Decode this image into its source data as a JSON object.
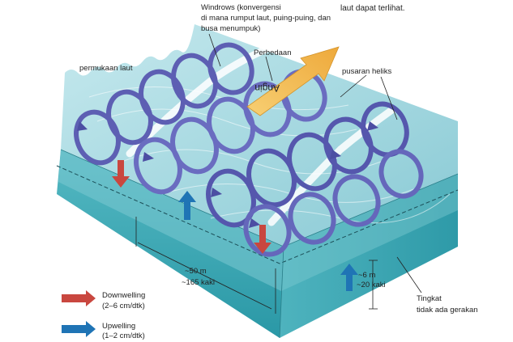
{
  "labels": {
    "windrows_line1": "Windrows (konvergensi",
    "windrows_line2": "di mana rumput laut, puing-puing, dan",
    "windrows_line3": "busa menumpuk)",
    "top_right": "laut dapat terlihat.",
    "sea_surface": "permukaan laut",
    "difference": "Perbedaan",
    "wind": "Angin",
    "helix": "pusaran heliks",
    "spacing_m": "~50 m",
    "spacing_ft": "~165 kaki",
    "depth_m": "~6 m",
    "depth_ft": "~20 kaki",
    "level_line1": "Tingkat",
    "level_line2": "tidak ada gerakan"
  },
  "legend": {
    "downwelling_label": "Downwelling",
    "downwelling_speed": "(2–6 cm/dtk)",
    "upwelling_label": "Upwelling",
    "upwelling_speed": "(1–2 cm/dtk)"
  },
  "colors": {
    "water_top": "#9fd6df",
    "water_front": "#2fa5b2",
    "water_side": "#3aa8b5",
    "helix": "#5d5fb3",
    "helix_light": "#8f93d6",
    "downwelling": "#c9473f",
    "upwelling": "#1f74b5",
    "wind_arrow": "#f4bf55"
  }
}
